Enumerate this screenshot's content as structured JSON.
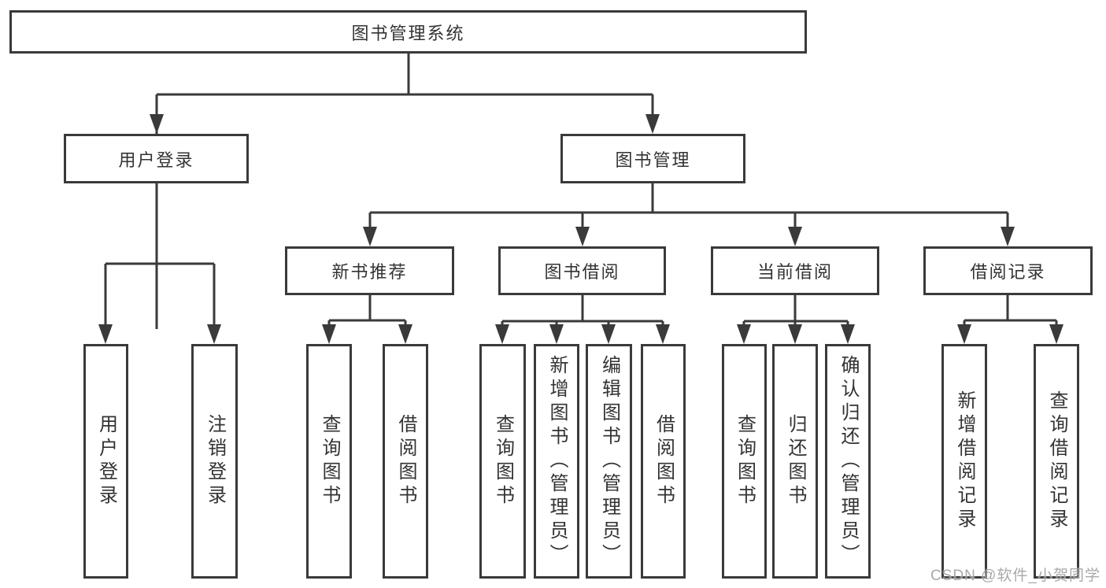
{
  "diagram": {
    "root": {
      "label": "图书管理系统"
    },
    "branches": [
      {
        "label": "用户登录",
        "children": [
          {
            "label": "用户登录"
          },
          {
            "label": "注销登录"
          }
        ]
      },
      {
        "label": "图书管理",
        "children": [
          {
            "label": "新书推荐",
            "children": [
              {
                "label": "查询图书"
              },
              {
                "label": "借阅图书"
              }
            ]
          },
          {
            "label": "图书借阅",
            "children": [
              {
                "label": "查询图书"
              },
              {
                "label": "新增图书（管理员）"
              },
              {
                "label": "编辑图书（管理员）"
              },
              {
                "label": "借阅图书"
              }
            ]
          },
          {
            "label": "当前借阅",
            "children": [
              {
                "label": "查询图书"
              },
              {
                "label": "归还图书"
              },
              {
                "label": "确认归还（管理员）"
              }
            ]
          },
          {
            "label": "借阅记录",
            "children": [
              {
                "label": "新增借阅记录"
              },
              {
                "label": "查询借阅记录"
              }
            ]
          }
        ]
      }
    ],
    "colors": {
      "line": "#3a3a3a",
      "text": "#333333",
      "box_fill": "#ffffff",
      "watermark": "#a0a0a0"
    }
  },
  "watermark": {
    "text": "CSDN @软件_小贺同学"
  }
}
